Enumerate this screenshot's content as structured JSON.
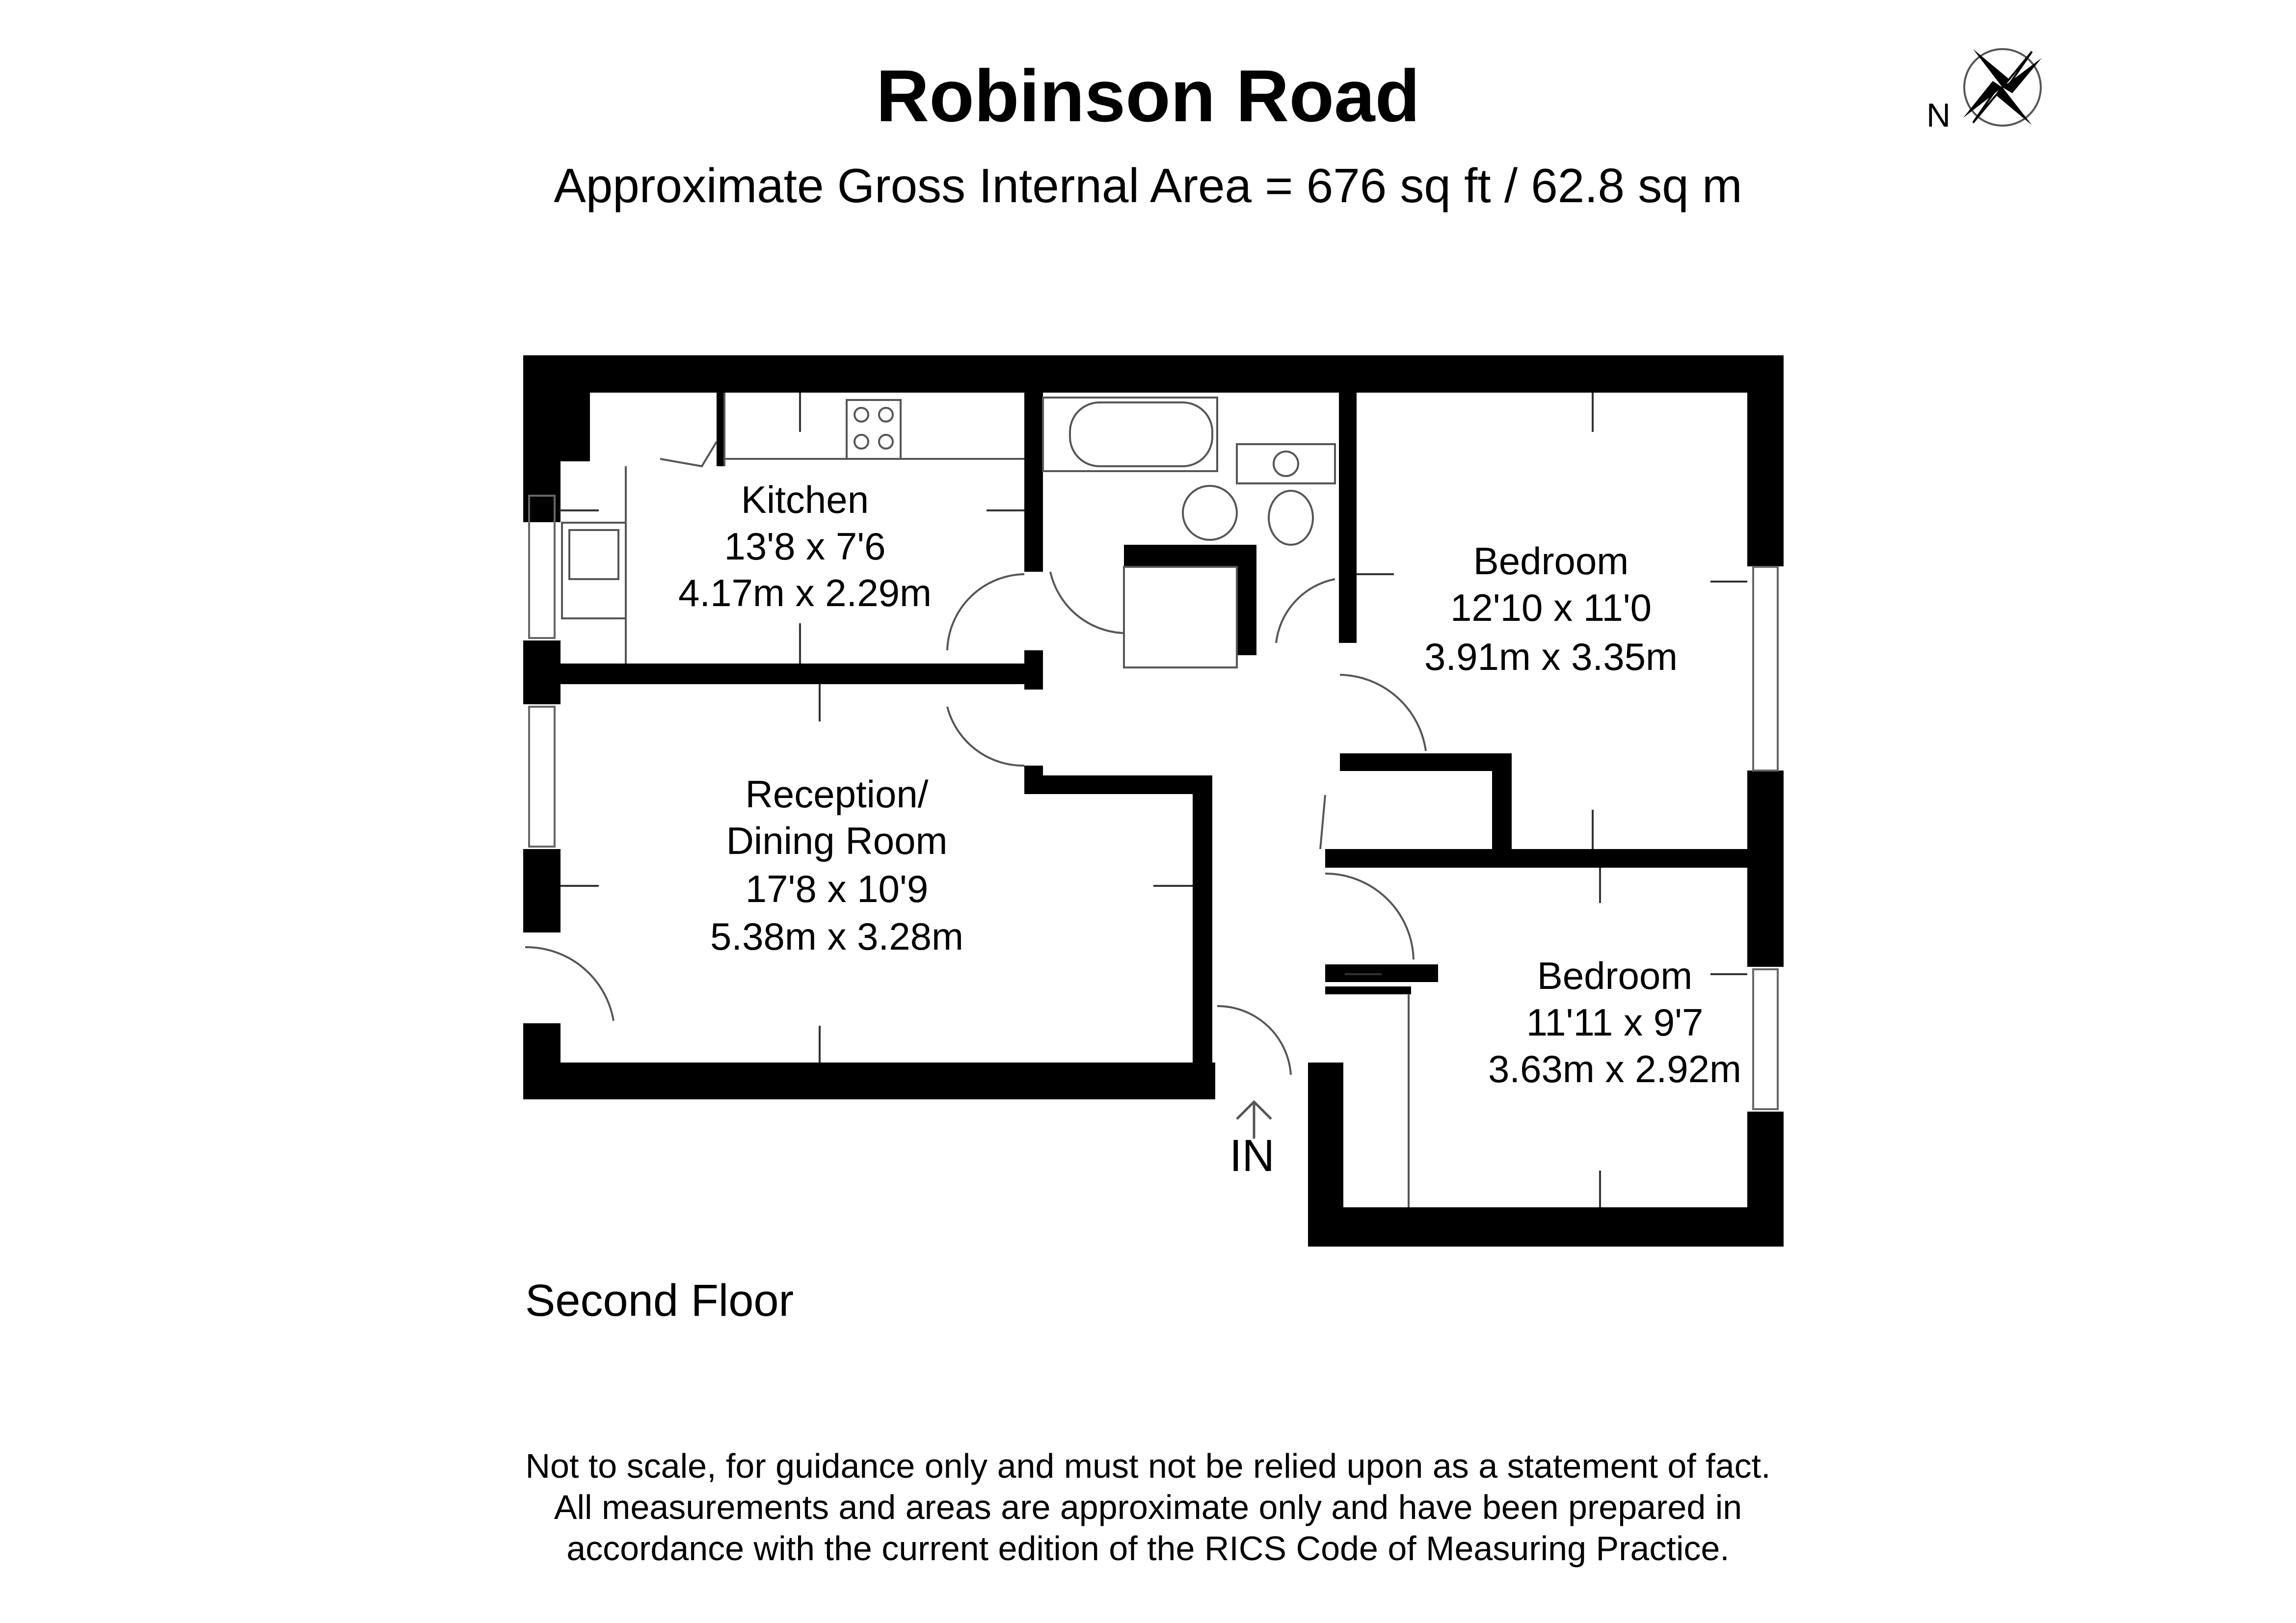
{
  "header": {
    "title": "Robinson Road",
    "subtitle": "Approximate Gross Internal Area = 676 sq ft / 62.8 sq m"
  },
  "compass": {
    "label": "N"
  },
  "rooms": [
    {
      "name": "Kitchen",
      "imperial": "13'8 x 7'6",
      "metric": "4.17m x 2.29m"
    },
    {
      "name_line1": "Reception/",
      "name_line2": "Dining Room",
      "imperial": "17'8 x 10'9",
      "metric": "5.38m x 3.28m"
    },
    {
      "name": "Bedroom",
      "imperial": "12'10 x 11'0",
      "metric": "3.91m x 3.35m"
    },
    {
      "name": "Bedroom",
      "imperial": "11'11 x 9'7",
      "metric": "3.63m x 2.92m"
    }
  ],
  "entrance_label": "IN",
  "floor_label": "Second Floor",
  "disclaimer": [
    "Not to scale, for guidance only and must not be relied upon as a statement of fact.",
    "All measurements and areas are approximate only and have been prepared in",
    "accordance with the current edition of the RICS Code of Measuring Practice."
  ],
  "colors": {
    "walls": "#000000",
    "background": "#ffffff",
    "fixtures": "#555555"
  }
}
